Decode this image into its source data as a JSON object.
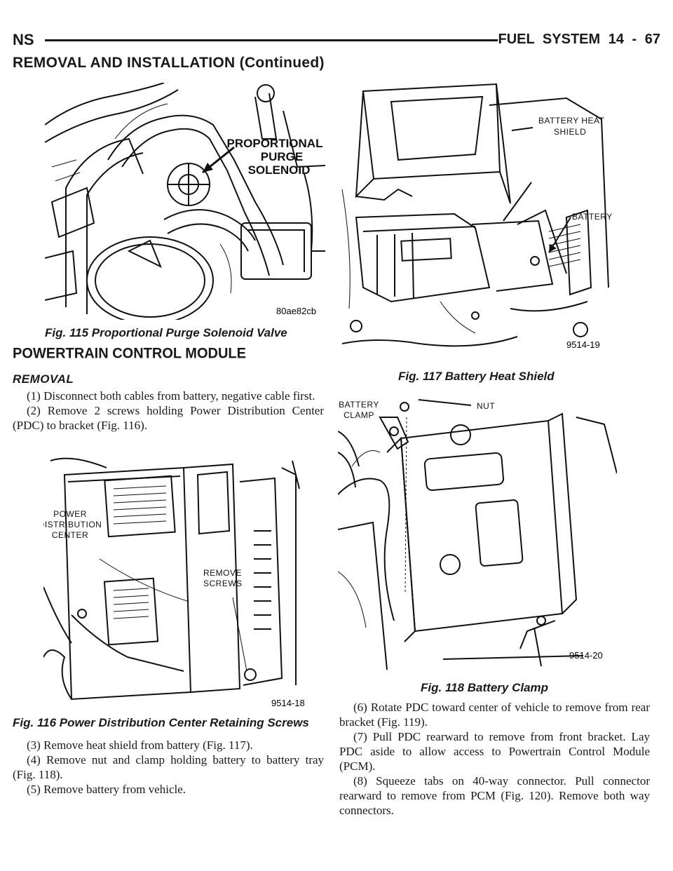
{
  "header": {
    "left": "NS",
    "right": "FUEL SYSTEM    14 - 67"
  },
  "section_continued": "REMOVAL AND INSTALLATION (Continued)",
  "figures": {
    "fig115": {
      "caption": "Fig. 115 Proportional Purge Solenoid Valve",
      "code": "80ae82cb",
      "label_lines": [
        "PROPORTIONAL",
        "PURGE",
        "SOLENOID"
      ]
    },
    "fig116": {
      "caption": "Fig. 116 Power Distribution Center Retaining Screws",
      "code": "9514-18",
      "label_pdc": [
        "POWER",
        "DISTRIBUTION",
        "CENTER"
      ],
      "label_screws": [
        "REMOVE",
        "SCREWS"
      ]
    },
    "fig117": {
      "caption": "Fig. 117 Battery Heat Shield",
      "code": "9514-19",
      "label_shield": [
        "BATTERY HEAT",
        "SHIELD"
      ],
      "label_battery": "BATTERY"
    },
    "fig118": {
      "caption": "Fig. 118 Battery Clamp",
      "code": "9514-20",
      "label_clamp": [
        "BATTERY",
        "CLAMP"
      ],
      "label_nut": "NUT"
    }
  },
  "pcm": {
    "heading": "POWERTRAIN CONTROL MODULE",
    "subheading": "REMOVAL",
    "steps_col1_top": [
      "(1) Disconnect both cables from battery, negative cable first.",
      "(2) Remove 2 screws holding Power Distribution Center (PDC) to bracket (Fig. 116)."
    ],
    "steps_col1_bottom": [
      "(3) Remove heat shield from battery (Fig. 117).",
      "(4) Remove nut and clamp holding battery to battery tray (Fig. 118).",
      "(5) Remove battery from vehicle."
    ],
    "steps_col2": [
      "(6) Rotate PDC toward center of vehicle to remove from rear bracket (Fig. 119).",
      "(7) Pull PDC rearward to remove from front bracket. Lay PDC aside to allow access to Powertrain Control Module (PCM).",
      "(8) Squeeze tabs on 40-way connector. Pull connector rearward to remove from PCM (Fig. 120). Remove both way connectors."
    ]
  }
}
